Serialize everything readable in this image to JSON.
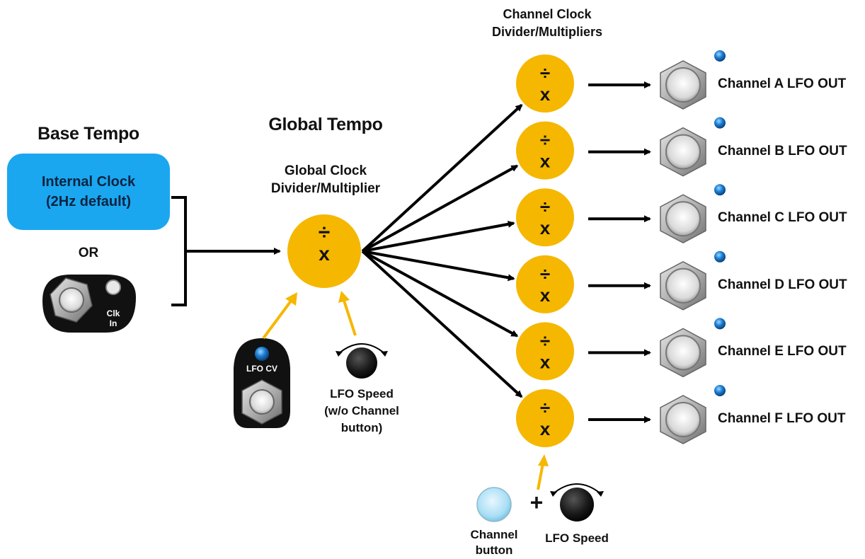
{
  "base_tempo": {
    "title": "Base Tempo",
    "internal_clock": "Internal Clock\n(2Hz default)",
    "or_label": "OR",
    "clk_in_label": "Clk\nIn"
  },
  "global_tempo": {
    "title": "Global Tempo",
    "divider_label": "Global Clock\nDivider/Multiplier",
    "symbol_div": "÷",
    "symbol_mul": "x",
    "lfo_cv_label": "LFO CV",
    "lfo_speed_label": "LFO Speed\n(w/o Channel\nbutton)"
  },
  "channels": {
    "header": "Channel Clock\nDivider/Multipliers",
    "outputs": [
      {
        "label": "Channel A LFO OUT"
      },
      {
        "label": "Channel B LFO OUT"
      },
      {
        "label": "Channel C LFO OUT"
      },
      {
        "label": "Channel D LFO OUT"
      },
      {
        "label": "Channel E LFO OUT"
      },
      {
        "label": "Channel F LFO OUT"
      }
    ],
    "channel_button_label": "Channel\nbutton",
    "plus": "+",
    "lfo_speed_label": "LFO Speed"
  },
  "colors": {
    "divider_circle": "#f5b700",
    "arrow": "#000000",
    "control_arrow": "#f5b700",
    "clock_box": "#1aa7f0",
    "led": "#1a7fd4"
  }
}
